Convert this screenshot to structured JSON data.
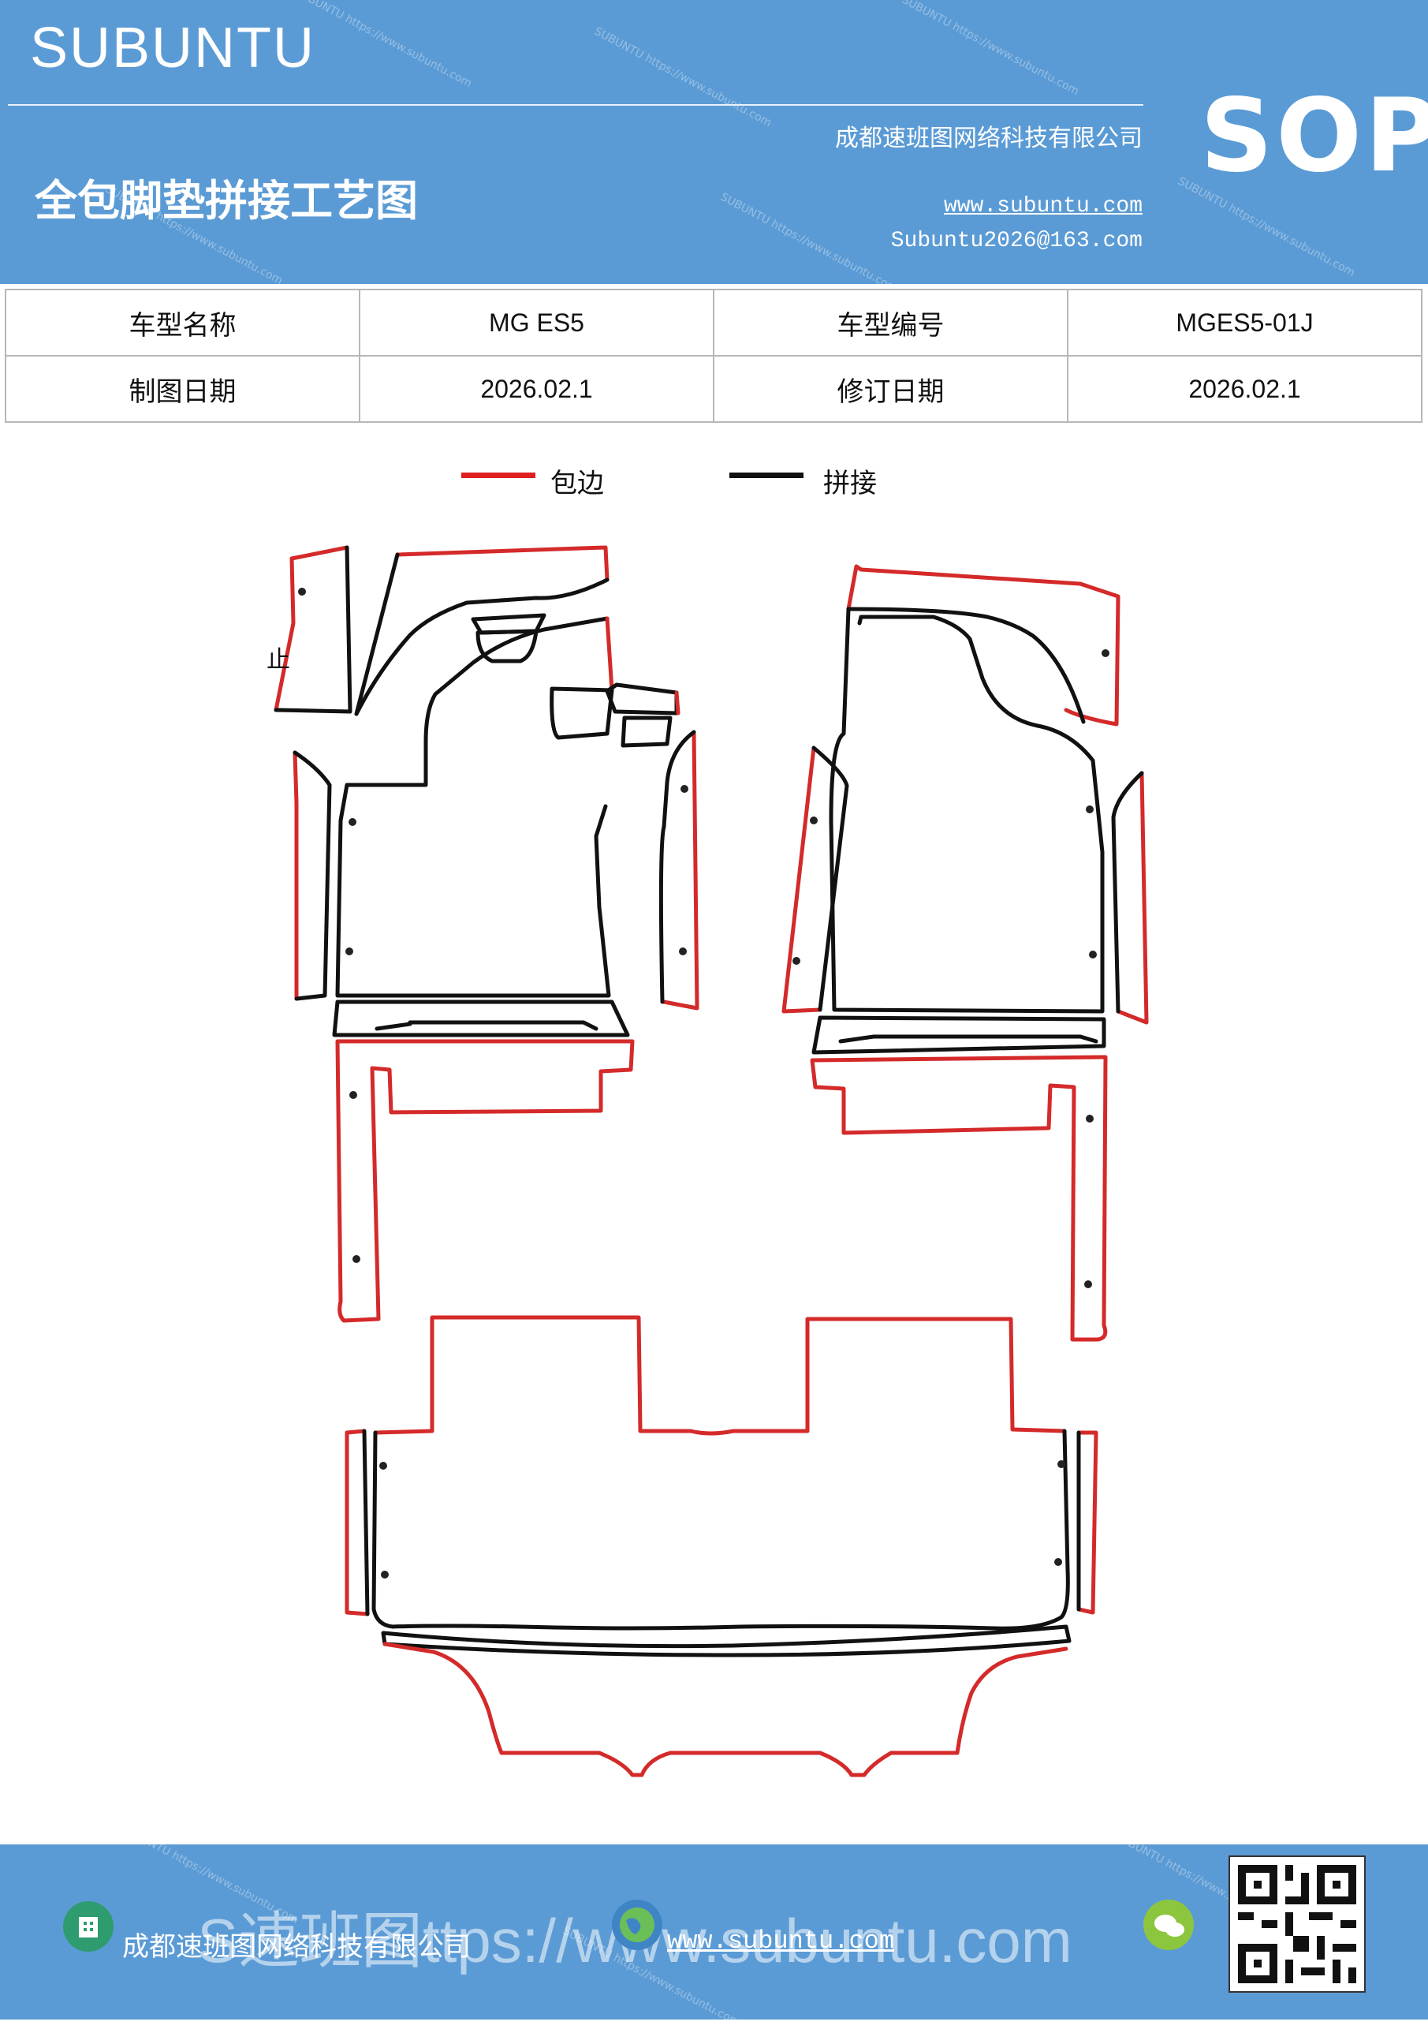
{
  "header": {
    "brand": "SUBUNTU",
    "title": "全包脚垫拼接工艺图",
    "company": "成都速班图网络科技有限公司",
    "website": "www.subuntu.com",
    "email": "Subuntu2026@163.com",
    "badge": "SOP",
    "watermark": "SUBUNTU https://www.subuntu.com"
  },
  "info_table": {
    "rows": [
      [
        {
          "text": "车型名称",
          "kind": "label"
        },
        {
          "text": "MG  ES5",
          "kind": "value"
        },
        {
          "text": "车型编号",
          "kind": "label"
        },
        {
          "text": "MGES5-01J",
          "kind": "value"
        }
      ],
      [
        {
          "text": "制图日期",
          "kind": "label"
        },
        {
          "text": "2026.02.1",
          "kind": "value"
        },
        {
          "text": "修订日期",
          "kind": "label"
        },
        {
          "text": "2026.02.1",
          "kind": "value"
        }
      ]
    ]
  },
  "legend": [
    {
      "label": "包边",
      "color": "#e02020"
    },
    {
      "label": "拼接",
      "color": "#111111"
    }
  ],
  "drawing": {
    "edge_color": "#d42a2a",
    "seam_color": "#111111",
    "dot_color": "#222222",
    "annotation": "止"
  },
  "footer": {
    "company": "成都速班图网络科技有限公司",
    "website": "www.subuntu.com",
    "banner": "S速班图ttps://www.subuntu.com",
    "accent_color": "#5b9bd5"
  }
}
